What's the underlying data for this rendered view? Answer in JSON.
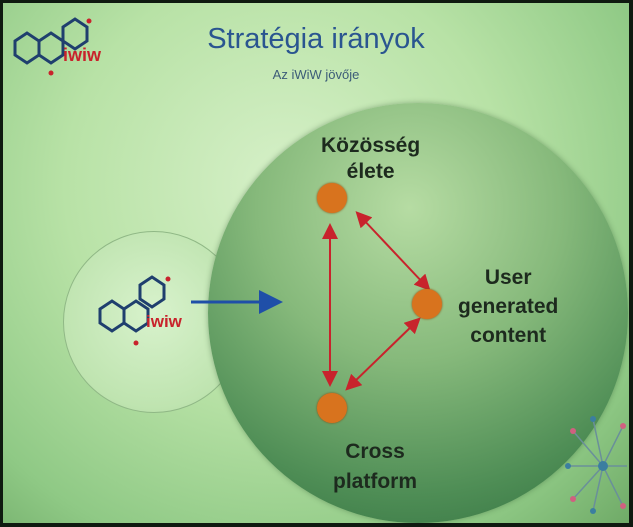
{
  "slide": {
    "title": "Stratégia irányok",
    "subtitle": "Az iWiW jövője",
    "brand": "iwiw"
  },
  "nodes": {
    "community_line1": "Közösség",
    "community_line2": "élete",
    "ugc_line1": "User",
    "ugc_line2": "generated",
    "ugc_line3": "content",
    "cross_line1": "Cross",
    "cross_line2": "platform"
  },
  "colors": {
    "title": "#2a5590",
    "node_dot": "#d8731e",
    "link_arrow": "#c8232c",
    "main_arrow": "#1f4fa8",
    "molecule": "#1f3f6e",
    "brand_text": "#c8232c"
  },
  "icons": [
    "iwiw-logo-icon",
    "molecule-decoration-icon"
  ]
}
